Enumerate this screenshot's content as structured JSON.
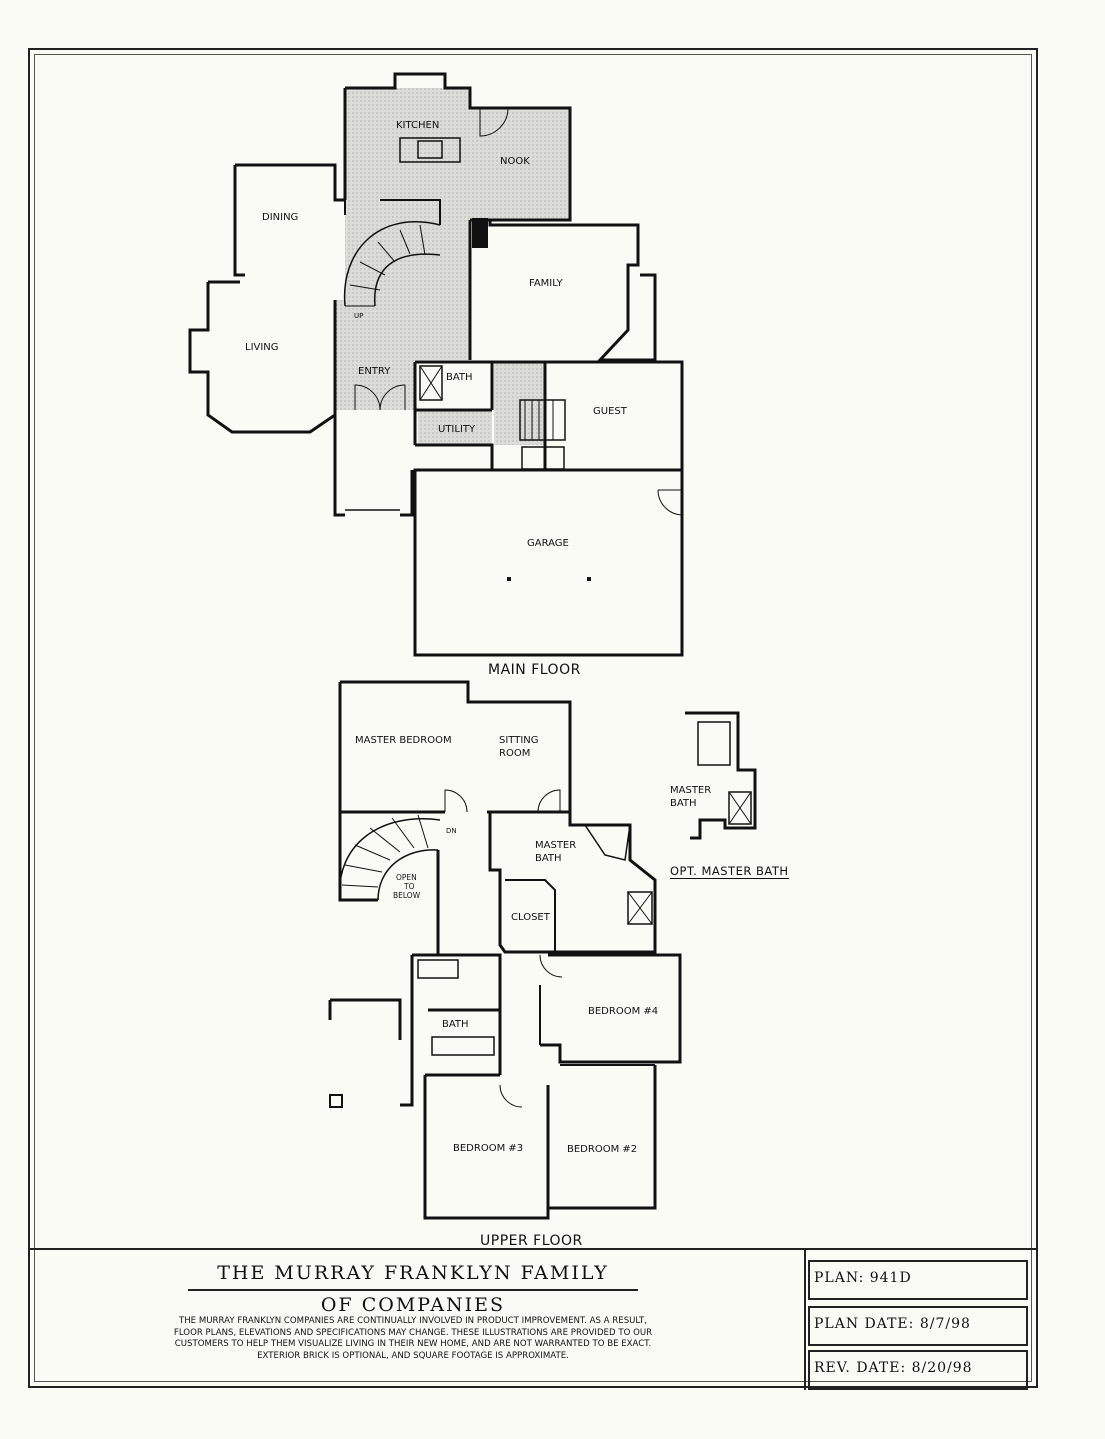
{
  "main_floor": {
    "title": "MAIN FLOOR",
    "rooms": [
      "KITCHEN",
      "NOOK",
      "DINING",
      "FAMILY",
      "LIVING",
      "UP",
      "ENTRY",
      "BATH",
      "GUEST",
      "UTILITY",
      "GARAGE"
    ]
  },
  "upper_floor": {
    "title": "UPPER FLOOR",
    "rooms": [
      "MASTER BEDROOM",
      "SITTING",
      "ROOM",
      "DN",
      "MASTER",
      "BATH",
      "OPEN",
      "TO",
      "BELOW",
      "CLOSET",
      "BEDROOM #4",
      "BATH",
      "BEDROOM #3",
      "BEDROOM #2"
    ]
  },
  "optional": {
    "title": "OPT. MASTER BATH",
    "labels": [
      "MASTER",
      "BATH"
    ]
  },
  "title_block": {
    "company_line1": "THE MURRAY FRANKLYN FAMILY",
    "company_line2": "OF COMPANIES",
    "disclaimer": "THE MURRAY FRANKLYN COMPANIES ARE CONTINUALLY INVOLVED IN PRODUCT IMPROVEMENT.  AS A RESULT, FLOOR PLANS, ELEVATIONS AND SPECIFICATIONS MAY CHANGE.  THESE ILLUSTRATIONS ARE PROVIDED TO OUR CUSTOMERS TO HELP THEM VISUALIZE LIVING IN THEIR NEW HOME, AND ARE NOT WARRANTED TO BE EXACT.  EXTERIOR BRICK IS OPTIONAL, AND SQUARE FOOTAGE IS APPROXIMATE.",
    "plan": "PLAN: 941D",
    "plan_date": "PLAN DATE: 8/7/98",
    "rev_date": "REV. DATE: 8/20/98"
  }
}
